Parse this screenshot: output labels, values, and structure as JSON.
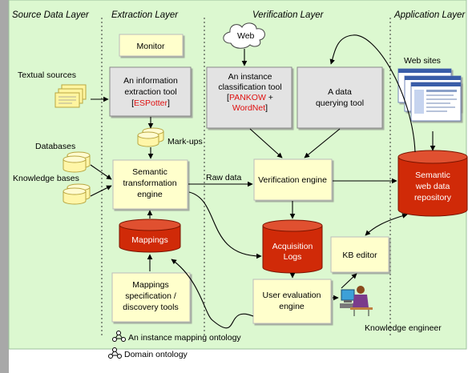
{
  "layers": {
    "source": "Source Data Layer",
    "extraction": "Extraction Layer",
    "verification": "Verification Layer",
    "application": "Application Layer"
  },
  "boxes": {
    "monitor": "Monitor",
    "info_extraction": {
      "line1": "An information",
      "line2": "extraction tool",
      "tool": "ESPotter"
    },
    "instance_classification": {
      "line1": "An instance",
      "line2": "classification tool",
      "tool1": "PANKOW",
      "plus": " +",
      "tool2": "WordNet"
    },
    "data_querying": {
      "line1": "A data",
      "line2": "querying tool"
    },
    "semantic_transformation": {
      "line1": "Semantic",
      "line2": "transformation",
      "line3": "engine"
    },
    "verification_engine": "Verification engine",
    "mappings_spec": {
      "line1": "Mappings",
      "line2": "specification /",
      "line3": "discovery tools"
    },
    "user_evaluation": {
      "line1": "User evaluation",
      "line2": "engine"
    },
    "kb_editor": "KB editor"
  },
  "cylinders": {
    "mappings": "Mappings",
    "acquisition_logs": {
      "line1": "Acquisition",
      "line2": "Logs"
    },
    "semantic_repository": {
      "line1": "Semantic",
      "line2": "web data",
      "line3": "repository"
    }
  },
  "labels": {
    "web": "Web",
    "web_sites": "Web sites",
    "textual_sources": "Textual sources",
    "databases": "Databases",
    "knowledge_bases": "Knowledge bases",
    "markups": "Mark-ups",
    "raw_data": "Raw data",
    "knowledge_engineer": "Knowledge engineer"
  },
  "legend": {
    "instance_mapping": "An instance mapping ontology",
    "domain_ontology": "Domain ontology"
  },
  "colors": {
    "background": "#dcf8d0",
    "box_fill": "#ffffcc",
    "gray_box": "#e3e3e3",
    "cylinder_red": "#d02a08",
    "cylinder_top": "#e05030",
    "cylinder_yellow": "#fff6a8",
    "accent_red": "#e01010"
  }
}
